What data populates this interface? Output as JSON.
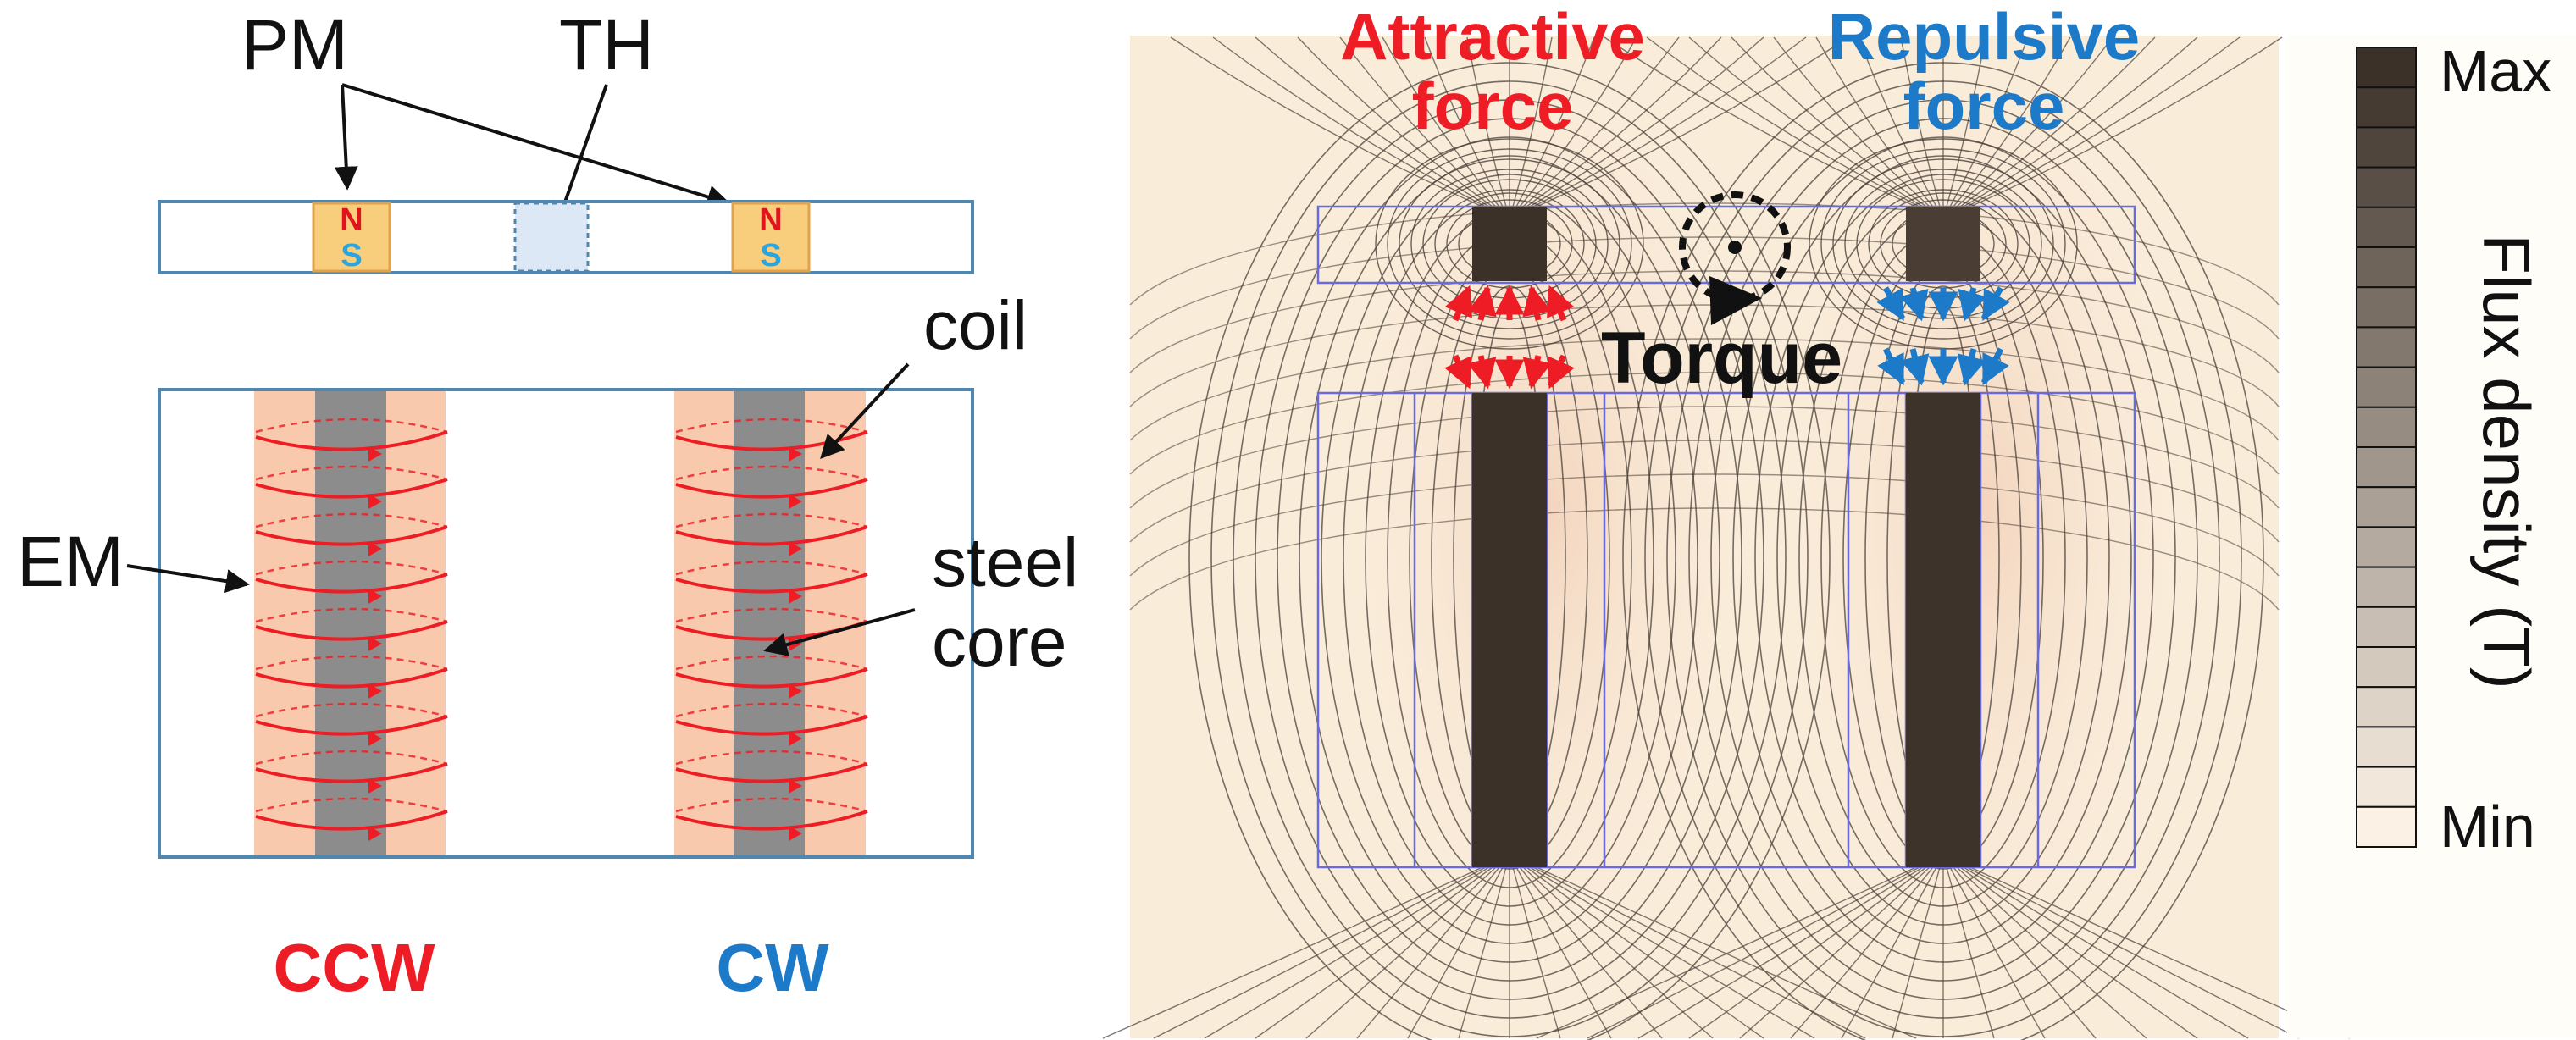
{
  "left_panel": {
    "pm_label": "PM",
    "th_label": "TH",
    "pole_n": "N",
    "pole_s": "S",
    "coil_label": "coil",
    "em_label": "EM",
    "steel_label_line1": "steel",
    "steel_label_line2": "core",
    "ccw_label": "CCW",
    "cw_label": "CW"
  },
  "right_panel": {
    "attractive_line1": "Attractive",
    "attractive_line2": "force",
    "repulsive_line1": "Repulsive",
    "repulsive_line2": "force",
    "torque_label": "Torque"
  },
  "colorbar": {
    "max_label": "Max",
    "min_label": "Min",
    "title": "Flux density (T)"
  },
  "colors": {
    "frame_blue": "#4f87b0",
    "coil_peach": "#f9c9ad",
    "core_gray": "#8c8c8c",
    "winding_red": "#ee1c24",
    "cw_blue": "#1d7ac9",
    "magnet_fill": "#f8cd7c",
    "field_bg": "#f9ecd9",
    "flux_dark": "#3b3129"
  }
}
